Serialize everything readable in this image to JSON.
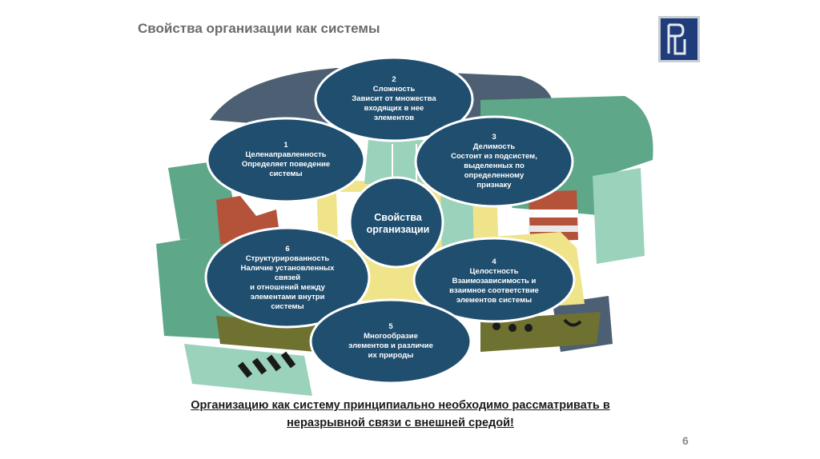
{
  "slide": {
    "title": "Свойства организации как системы",
    "page_number": "6",
    "conclusion_line1": "Организацию как систему принципиально необходимо рассматривать в",
    "conclusion_line2": "неразрывной связи с внешней средой!"
  },
  "colors": {
    "bubble_fill": "#1f4e6f",
    "bubble_stroke": "#ffffff",
    "bg_teal": "#5ea788",
    "bg_mint": "#9ad2bb",
    "bg_olive": "#6f7131",
    "bg_yellow": "#f0e48a",
    "bg_red": "#b4533a",
    "bg_slate": "#4d6073"
  },
  "center": {
    "line1": "Свойства",
    "line2": "организации"
  },
  "properties": [
    {
      "number": "1",
      "lines": [
        "Целенаправленность",
        "Определяет поведение",
        "системы"
      ]
    },
    {
      "number": "2",
      "lines": [
        "Сложность",
        "Зависит от множества",
        "входящих в нее",
        "элементов"
      ]
    },
    {
      "number": "3",
      "lines": [
        "Делимость",
        "Состоит из подсистем,",
        "выделенных по",
        "определенному",
        "признаку"
      ]
    },
    {
      "number": "4",
      "lines": [
        "Целостность",
        "Взаимозависимость и",
        "взаимное соответствие",
        "элементов системы"
      ]
    },
    {
      "number": "5",
      "lines": [
        "Многообразие",
        "элементов и различие",
        "их природы"
      ]
    },
    {
      "number": "6",
      "lines": [
        "Структурированность",
        "Наличие установленных",
        "связей",
        "и отношений между",
        "элементами внутри",
        "системы"
      ]
    }
  ]
}
